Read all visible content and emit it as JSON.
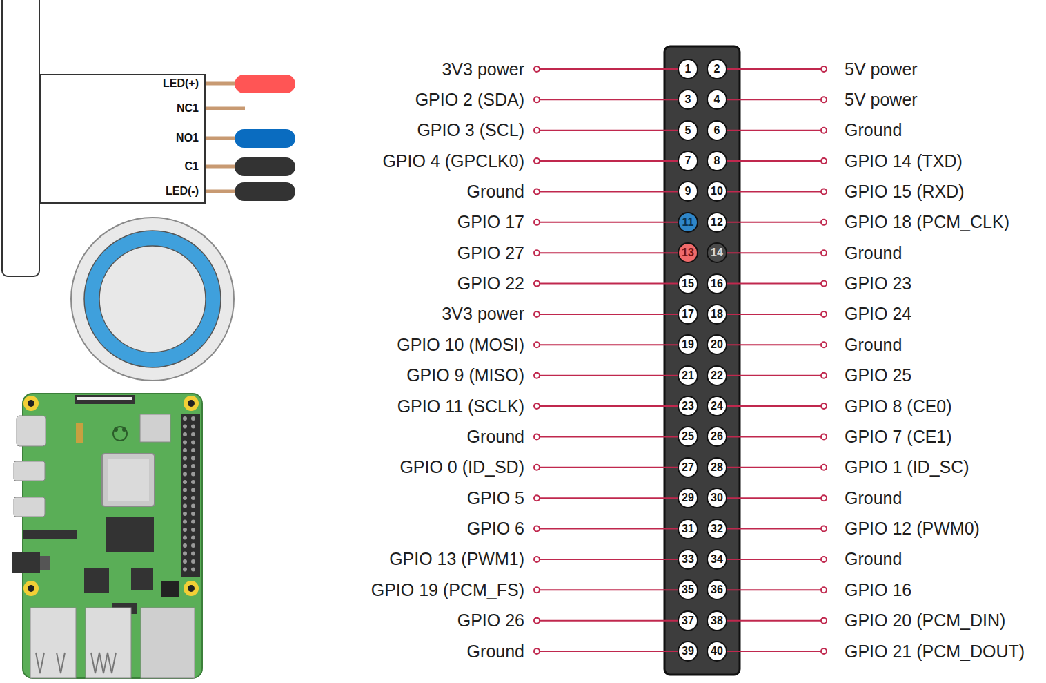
{
  "diagram": {
    "nodes": [
      {
        "text": [
          "LED(+)",
          "NC1",
          "NO1",
          "C1",
          "LED(-)"
        ]
      },
      {
        "text": [
          "1"
        ]
      },
      {
        "text": [
          "2"
        ]
      },
      {
        "text": [
          "3"
        ]
      },
      {
        "text": [
          "4"
        ]
      },
      {
        "text": [
          "5"
        ]
      },
      {
        "text": [
          "6"
        ]
      },
      {
        "text": [
          "7"
        ]
      },
      {
        "text": [
          "8"
        ]
      },
      {
        "text": [
          "9"
        ]
      },
      {
        "text": [
          "10"
        ]
      },
      {
        "text": [
          "11"
        ]
      },
      {
        "text": [
          "12"
        ]
      },
      {
        "text": [
          "13"
        ]
      },
      {
        "text": [
          "14"
        ]
      },
      {
        "text": [
          "15"
        ]
      },
      {
        "text": [
          "16"
        ]
      },
      {
        "text": [
          "17"
        ]
      },
      {
        "text": [
          "18"
        ]
      },
      {
        "text": [
          "19"
        ]
      },
      {
        "text": [
          "20"
        ]
      },
      {
        "text": [
          "21"
        ]
      },
      {
        "text": [
          "22"
        ]
      },
      {
        "text": [
          "23"
        ]
      },
      {
        "text": [
          "24"
        ]
      },
      {
        "text": [
          "25"
        ]
      },
      {
        "text": [
          "26"
        ]
      },
      {
        "text": [
          "27"
        ]
      },
      {
        "text": [
          "28"
        ]
      },
      {
        "text": [
          "29"
        ]
      },
      {
        "text": [
          "30"
        ]
      },
      {
        "text": [
          "31"
        ]
      },
      {
        "text": [
          "32"
        ]
      },
      {
        "text": [
          "33"
        ]
      },
      {
        "text": [
          "34"
        ]
      },
      {
        "text": [
          "35"
        ]
      },
      {
        "text": [
          "36"
        ]
      },
      {
        "text": [
          "37"
        ]
      },
      {
        "text": [
          "38"
        ]
      },
      {
        "text": [
          "39"
        ]
      },
      {
        "text": [
          "40"
        ]
      }
    ],
    "labels": [
      "3V3 power",
      "5V power",
      "GPIO 2 (SDA)",
      "5V power",
      "GPIO 3 (SCL)",
      "Ground",
      "GPIO 4 (GPCLK0)",
      "GPIO 14 (TXD)",
      "Ground",
      "GPIO 15 (RXD)",
      "GPIO 17",
      "GPIO 18 (PCM_CLK)",
      "GPIO 27",
      "Ground",
      "GPIO 22",
      "GPIO 23",
      "3V3 power",
      "GPIO 24",
      "GPIO 10 (MOSI)",
      "Ground",
      "GPIO 9 (MISO)",
      "GPIO 25",
      "GPIO 11 (SCLK)",
      "GPIO 8 (CE0)",
      "Ground",
      "GPIO 7 (CE1)",
      "GPIO 0 (ID_SD)",
      "GPIO 1 (ID_SC)",
      "GPIO 5",
      "Ground",
      "GPIO 6",
      "GPIO 12 (PWM0)",
      "GPIO 13 (PWM1)",
      "Ground",
      "GPIO 19 (PCM_FS)",
      "GPIO 16",
      "GPIO 26",
      "GPIO 20 (PCM_DIN)",
      "Ground",
      "GPIO 21 (PCM_DOUT)"
    ]
  }
}
